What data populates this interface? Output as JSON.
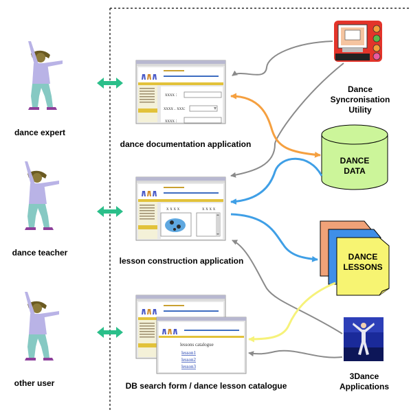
{
  "actors": {
    "expert": "dance expert",
    "teacher": "dance teacher",
    "other": "other user"
  },
  "apps": {
    "documentation": "dance documentation application",
    "lesson": "lesson construction application",
    "search": "DB search form / dance lesson catalogue"
  },
  "doc_form": {
    "field1": "xxxx :",
    "field2": "xxxx . xxx:",
    "field3": "xxxx :"
  },
  "lesson_form": {
    "label_left": "x x x x",
    "label_right": "x x x x"
  },
  "catalogue": {
    "title": "lessons catalogue",
    "items": [
      "lesson1",
      "lesson2",
      "lesson3"
    ]
  },
  "utility": {
    "line1": "Dance",
    "line2": "Syncronisation",
    "line3": "Utility"
  },
  "database": {
    "line1": "DANCE",
    "line2": "DATA"
  },
  "lessons": {
    "line1": "DANCE",
    "line2": "LESSONS"
  },
  "applications": {
    "line1": "3Dance",
    "line2": "Applications"
  },
  "colors": {
    "double_arrow": "#2bbf8a",
    "orange_link": "#f5a040",
    "blue_link": "#3f9fe6",
    "yellow_link": "#f6f27a",
    "gray_link": "#8a8a8a",
    "figure_top": "#b9b3e6",
    "figure_legs": "#86c9c3",
    "database_fill": "#ccf59a",
    "lesson_paper": "#f7f472"
  }
}
